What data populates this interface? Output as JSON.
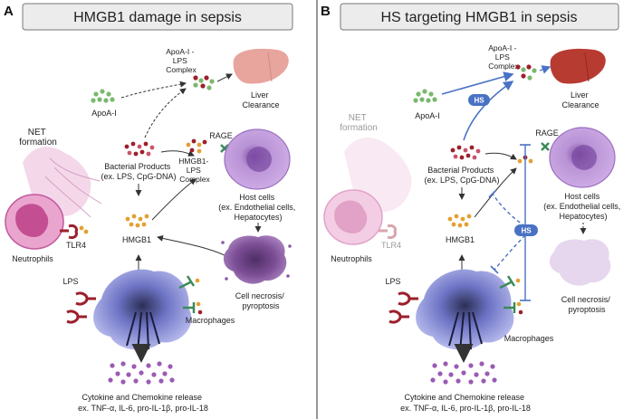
{
  "panels": [
    {
      "letter": "A",
      "title": "HMGB1 damage in sepsis",
      "labels": {
        "apoa_complex": [
          "ApoA-I -",
          "LPS",
          "Complex"
        ],
        "liver": [
          "Liver",
          "Clearance"
        ],
        "apoa": "ApoA-I",
        "net": [
          "NET",
          "formation"
        ],
        "rage": "RAGE",
        "bacterial": [
          "Bacterial Products",
          "(ex. LPS, CpG-DNA)"
        ],
        "hmgb1_lps": [
          "HMGB1-",
          "LPS",
          "Complex"
        ],
        "host": [
          "Host cells",
          "(ex. Endothelial cells,",
          "Hepatocytes)"
        ],
        "tlr4": "TLR4",
        "hmgb1": "HMGB1",
        "neutrophils": "Neutrophils",
        "lps": "LPS",
        "necrosis": [
          "Cell necrosis/",
          "pyroptosis"
        ],
        "macrophages": "Macrophages",
        "cytokine": [
          "Cytokine and Chemokine release",
          "ex. TNF-α, IL-6, pro-IL-1β, pro-IL-18"
        ]
      }
    },
    {
      "letter": "B",
      "title": "HS targeting HMGB1 in sepsis",
      "labels": {
        "apoa_complex": [
          "ApoA-I -",
          "LPS",
          "Complex"
        ],
        "liver": [
          "Liver",
          "Clearance"
        ],
        "apoa": "ApoA-I",
        "hs": "HS",
        "net": [
          "NET",
          "formation"
        ],
        "rage": "RAGE",
        "bacterial": [
          "Bacterial Products",
          "(ex. LPS, CpG-DNA)"
        ],
        "host": [
          "Host cells",
          "(ex. Endothelial cells,",
          "Hepatocytes)"
        ],
        "tlr4": "TLR4",
        "hmgb1": "HMGB1",
        "neutrophils": "Neutrophils",
        "lps": "LPS",
        "necrosis": [
          "Cell necrosis/",
          "pyroptosis"
        ],
        "macrophages": "Macrophages",
        "cytokine": [
          "Cytokine and Chemokine release",
          "ex. TNF-α, IL-6, pro-IL-1β, pro-IL-18"
        ]
      }
    }
  ],
  "colors": {
    "title_box": "#ececec",
    "hs_blue": "#4a72c4",
    "liver_a": "#e7a59e",
    "liver_b": "#b83b32",
    "neutrophil": "#d24f98",
    "host_cell": "#a877c9",
    "necrosis": "#7d4f96",
    "macrophage": "#8d93d6",
    "cytokine": "#9a5bb5",
    "lps": "#9c1f2b",
    "hmgb1": "#e3a033",
    "apoa": "#7ab86e"
  }
}
